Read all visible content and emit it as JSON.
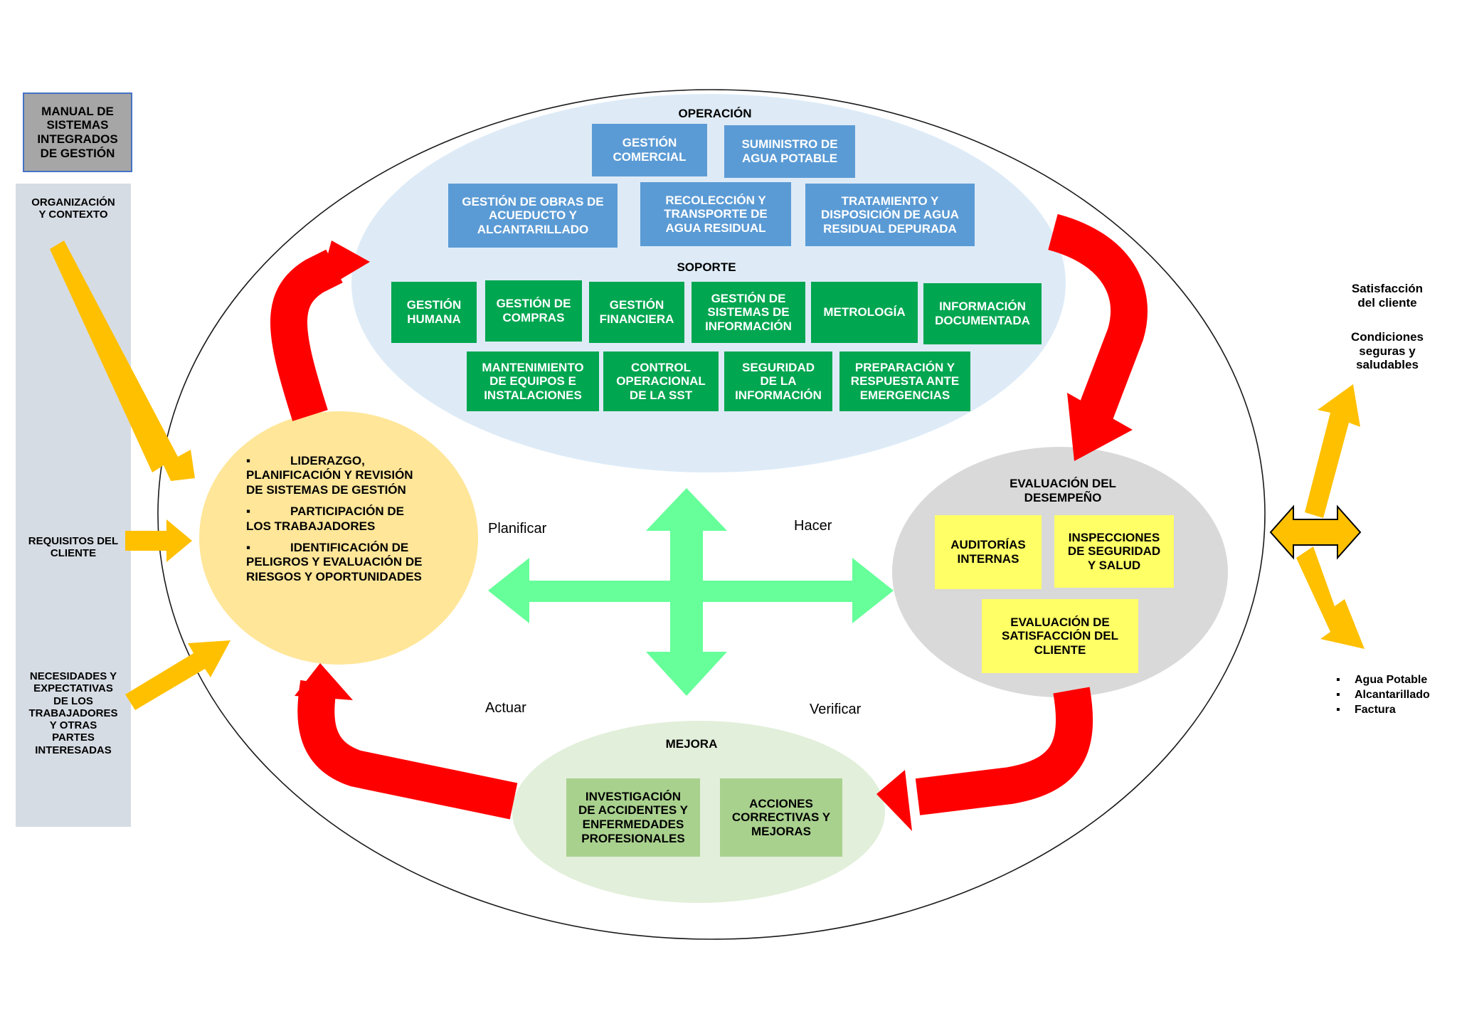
{
  "manual": "MANUAL DE\nSISTEMAS\nINTEGRADOS\nDE GESTIÓN",
  "inputs": {
    "org": "ORGANIZACIÓN\nY CONTEXTO",
    "req": "REQUISITOS DEL\nCLIENTE",
    "nec": "NECESIDADES Y\nEXPECTATIVAS\nDE LOS\nTRABAJADORES\nY OTRAS\nPARTES\nINTERESADAS"
  },
  "operacion": {
    "title": "OPERACIÓN",
    "items": [
      "GESTIÓN\nCOMERCIAL",
      "SUMINISTRO DE\nAGUA POTABLE",
      "GESTIÓN DE OBRAS DE\nACUEDUCTO Y\nALCANTARILLADO",
      "RECOLECCIÓN Y\nTRANSPORTE DE\nAGUA RESIDUAL",
      "TRATAMIENTO Y\nDISPOSICIÓN DE AGUA\nRESIDUAL DEPURADA"
    ]
  },
  "soporte": {
    "title": "SOPORTE",
    "items": [
      "GESTIÓN\nHUMANA",
      "GESTIÓN DE\nCOMPRAS",
      "GESTIÓN\nFINANCIERA",
      "GESTIÓN DE\nSISTEMAS DE\nINFORMACIÓN",
      "METROLOGÍA",
      "INFORMACIÓN\nDOCUMENTADA",
      "MANTENIMIENTO\nDE EQUIPOS E\nINSTALACIONES",
      "CONTROL\nOPERACIONAL\nDE LA SST",
      "SEGURIDAD\nDE LA\nINFORMACIÓN",
      "PREPARACIÓN Y\nRESPUESTA ANTE\nEMERGENCIAS"
    ]
  },
  "liderazgo": [
    "LIDERAZGO, PLANIFICACIÓN Y REVISIÓN DE SISTEMAS DE GESTIÓN",
    "PARTICIPACIÓN DE LOS TRABAJADORES",
    "IDENTIFICACIÓN DE PELIGROS Y EVALUACIÓN DE RIESGOS Y OPORTUNIDADES"
  ],
  "evaluacion": {
    "title": "EVALUACIÓN DEL DESEMPEÑO",
    "items": [
      "AUDITORÍAS\nINTERNAS",
      "INSPECCIONES\nDE SEGURIDAD\nY SALUD",
      "EVALUACIÓN DE\nSATISFACCIÓN DEL\nCLIENTE"
    ]
  },
  "mejora": {
    "title": "MEJORA",
    "items": [
      "INVESTIGACIÓN\nDE ACCIDENTES Y\nENFERMEDADES\nPROFESIONALES",
      "ACCIONES\nCORRECTIVAS Y\nMEJORAS"
    ]
  },
  "phases": {
    "planificar": "Planificar",
    "hacer": "Hacer",
    "actuar": "Actuar",
    "verificar": "Verificar"
  },
  "outputs": {
    "satisfaccion": "Satisfacción\ndel cliente",
    "condiciones": "Condiciones\nseguras y\nsaludables",
    "list": [
      "Agua Potable",
      "Alcantarillado",
      "Factura"
    ]
  },
  "colors": {
    "red": "#ff0000",
    "orange": "#ffc000",
    "mint": "#66ff99",
    "blue": "#5b9bd5",
    "green": "#00a650",
    "yellow": "#ffff66"
  }
}
